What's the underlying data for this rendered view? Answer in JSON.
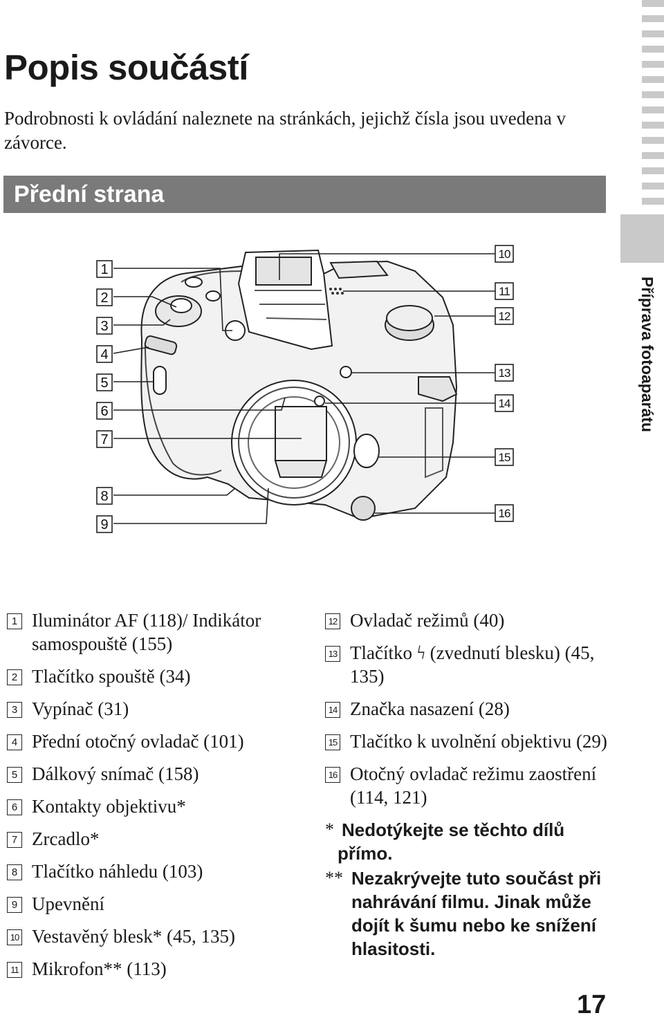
{
  "title": "Popis součástí",
  "intro": "Podrobnosti k ovládání naleznete na stránkách, jejichž čísla jsou uvedena v závorce.",
  "section_title": "Přední strana",
  "side_label": "Příprava fotoaparátu",
  "callout_numbers": [
    "1",
    "2",
    "3",
    "4",
    "5",
    "6",
    "7",
    "8",
    "9",
    "10",
    "11",
    "12",
    "13",
    "14",
    "15",
    "16"
  ],
  "items_left": [
    {
      "num": "1",
      "text": "Iluminátor AF (118)/ Indikátor samospouště (155)"
    },
    {
      "num": "2",
      "text": "Tlačítko spouště (34)"
    },
    {
      "num": "3",
      "text": "Vypínač (31)"
    },
    {
      "num": "4",
      "text": "Přední otočný ovladač (101)"
    },
    {
      "num": "5",
      "text": "Dálkový snímač (158)"
    },
    {
      "num": "6",
      "text": "Kontakty objektivu*"
    },
    {
      "num": "7",
      "text": "Zrcadlo*"
    },
    {
      "num": "8",
      "text": "Tlačítko náhledu (103)"
    },
    {
      "num": "9",
      "text": "Upevnění"
    },
    {
      "num": "10",
      "text": "Vestavěný blesk* (45, 135)"
    },
    {
      "num": "11",
      "text": "Mikrofon** (113)"
    }
  ],
  "items_right": [
    {
      "num": "12",
      "text": "Ovladač režimů (40)"
    },
    {
      "num": "13",
      "text": "Tlačítko ϟ (zvednutí blesku) (45, 135)"
    },
    {
      "num": "14",
      "text": "Značka nasazení (28)"
    },
    {
      "num": "15",
      "text": "Tlačítko k uvolnění objektivu (29)"
    },
    {
      "num": "16",
      "text": "Otočný ovladač režimu zaostření (114, 121)"
    }
  ],
  "notes": [
    {
      "mark": "*",
      "line1": "Nedotýkejte se těchto dílů",
      "line2": "přímo."
    },
    {
      "mark": "**",
      "text": "Nezakrývejte tuto součást při nahrávání filmu. Jinak může dojít k šumu nebo ke snížení hlasitosti."
    }
  ],
  "page_number": "17"
}
